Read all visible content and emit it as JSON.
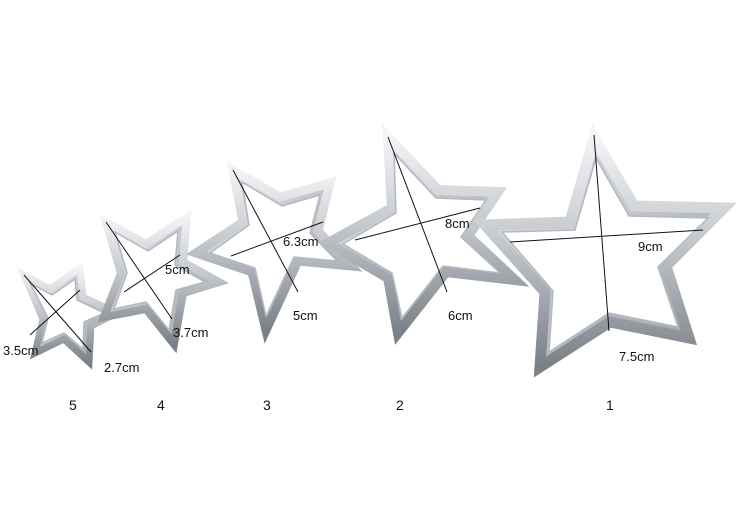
{
  "product_photo": {
    "cutters": [
      {
        "index_label": "5",
        "dim_a": "3.5cm",
        "dim_b": "2.7cm"
      },
      {
        "index_label": "4",
        "dim_a": "5cm",
        "dim_b": "3.7cm"
      },
      {
        "index_label": "3",
        "dim_a": "6.3cm",
        "dim_b": "5cm"
      },
      {
        "index_label": "2",
        "dim_a": "8cm",
        "dim_b": "6cm"
      },
      {
        "index_label": "1",
        "dim_a": "9cm",
        "dim_b": "7.5cm"
      }
    ],
    "colors": {
      "background": "#ffffff",
      "steel_light": "#eef0f2",
      "steel_mid": "#b9bec4",
      "steel_dark": "#6f757c",
      "measure_line": "#111111"
    }
  }
}
